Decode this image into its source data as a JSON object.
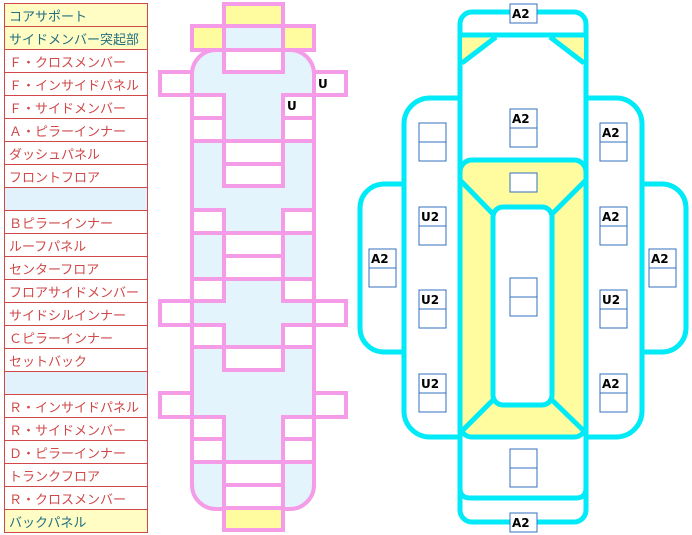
{
  "colors": {
    "pink": "#f49ce8",
    "cyan": "#00eaf8",
    "yellow": "#fffca0",
    "light_blue": "#e4f4fc",
    "box_border": "#3070c0",
    "list_red": "#d04848",
    "list_teal": "#207080"
  },
  "parts_list": [
    {
      "label": "コアサポート",
      "style": "hl"
    },
    {
      "label": "サイドメンバー突起部",
      "style": "hl"
    },
    {
      "label": "Ｆ・クロスメンバー",
      "style": ""
    },
    {
      "label": "Ｆ・インサイドパネル",
      "style": ""
    },
    {
      "label": "Ｆ・サイドメンバー",
      "style": ""
    },
    {
      "label": "Ａ・ピラーインナー",
      "style": ""
    },
    {
      "label": "ダッシュパネル",
      "style": ""
    },
    {
      "label": "フロントフロア",
      "style": ""
    },
    {
      "label": "",
      "style": "blank"
    },
    {
      "label": "Ｂピラーインナー",
      "style": ""
    },
    {
      "label": "ルーフパネル",
      "style": ""
    },
    {
      "label": "センターフロア",
      "style": ""
    },
    {
      "label": "フロアサイドメンバー",
      "style": ""
    },
    {
      "label": "サイドシルインナー",
      "style": ""
    },
    {
      "label": "Ｃピラーインナー",
      "style": ""
    },
    {
      "label": "セットバック",
      "style": ""
    },
    {
      "label": "",
      "style": "blank"
    },
    {
      "label": "Ｒ・インサイドパネル",
      "style": ""
    },
    {
      "label": "Ｒ・サイドメンバー",
      "style": ""
    },
    {
      "label": "Ｄ・ピラーインナー",
      "style": ""
    },
    {
      "label": "トランクフロア",
      "style": ""
    },
    {
      "label": "Ｒ・クロスメンバー",
      "style": ""
    },
    {
      "label": "バックパネル",
      "style": "hl"
    }
  ],
  "frame_diagram": {
    "marks": {
      "f_inside_panel_right": "U",
      "f_side_member_right": "U"
    }
  },
  "body_diagram": {
    "labels": {
      "top": "A2",
      "front_center": "A2",
      "front_left": "",
      "front_right": "A2",
      "center_top": "",
      "left_upper": "U2",
      "right_upper": "A2",
      "left_outer": "A2",
      "right_outer": "A2",
      "center_mid": "",
      "left_mid": "U2",
      "right_mid": "U2",
      "left_lower": "U2",
      "right_lower": "A2",
      "rear_center": "",
      "bottom": "A2"
    }
  }
}
